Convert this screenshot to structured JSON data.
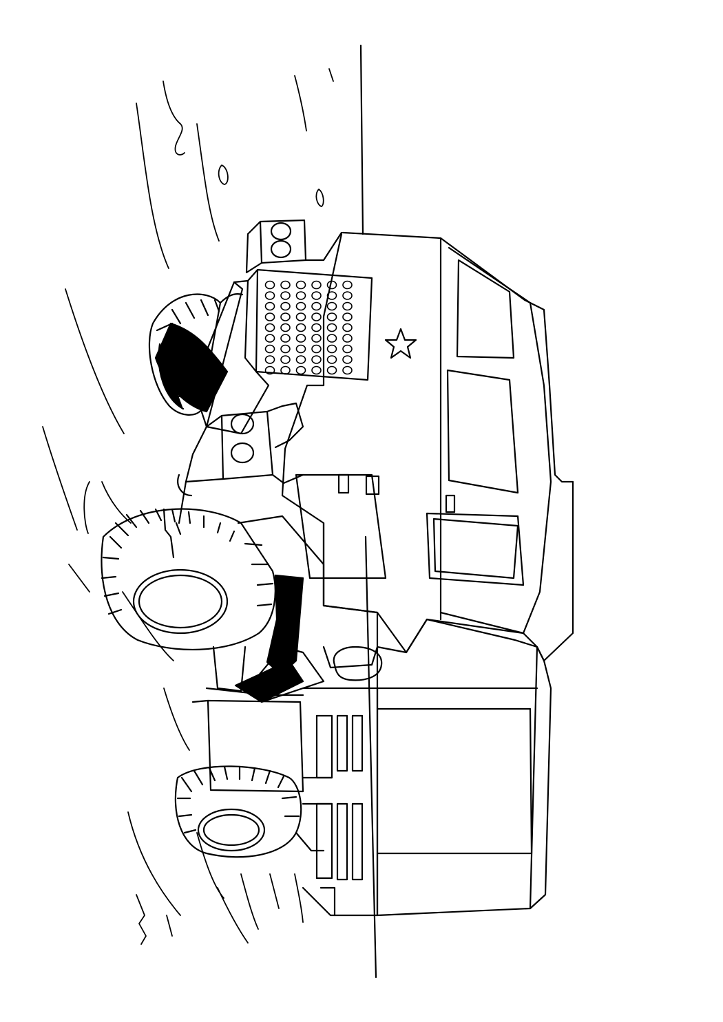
{
  "page": {
    "background": "#ffffff",
    "line_color": "#000000",
    "fill_color": "#000000"
  },
  "illustration": {
    "subject": "military-truck-with-rocket-launcher",
    "orientation": "rotated-90-degrees",
    "emblem": "star-icon",
    "launcher_tube_rows": 6,
    "launcher_tube_columns": 9
  }
}
